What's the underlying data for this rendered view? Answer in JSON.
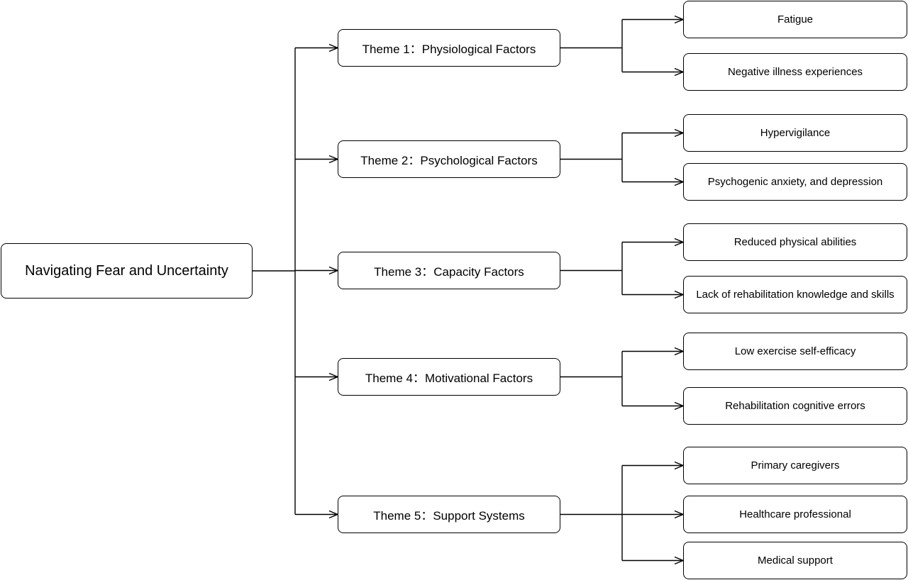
{
  "root": {
    "label": "Navigating Fear and Uncertainty"
  },
  "themes": [
    {
      "label": "Theme 1：Physiological Factors",
      "subthemes": [
        "Fatigue",
        "Negative illness experiences"
      ]
    },
    {
      "label": "Theme 2：Psychological Factors",
      "subthemes": [
        "Hypervigilance",
        "Psychogenic anxiety, and depression"
      ]
    },
    {
      "label": "Theme 3：Capacity Factors",
      "subthemes": [
        "Reduced physical abilities",
        "Lack of rehabilitation knowledge and skills"
      ]
    },
    {
      "label": "Theme 4：Motivational Factors",
      "subthemes": [
        "Low exercise self-efficacy",
        "Rehabilitation cognitive errors"
      ]
    },
    {
      "label": "Theme 5：Support Systems",
      "subthemes": [
        "Primary caregivers",
        "Healthcare professional",
        "Medical support"
      ]
    }
  ]
}
